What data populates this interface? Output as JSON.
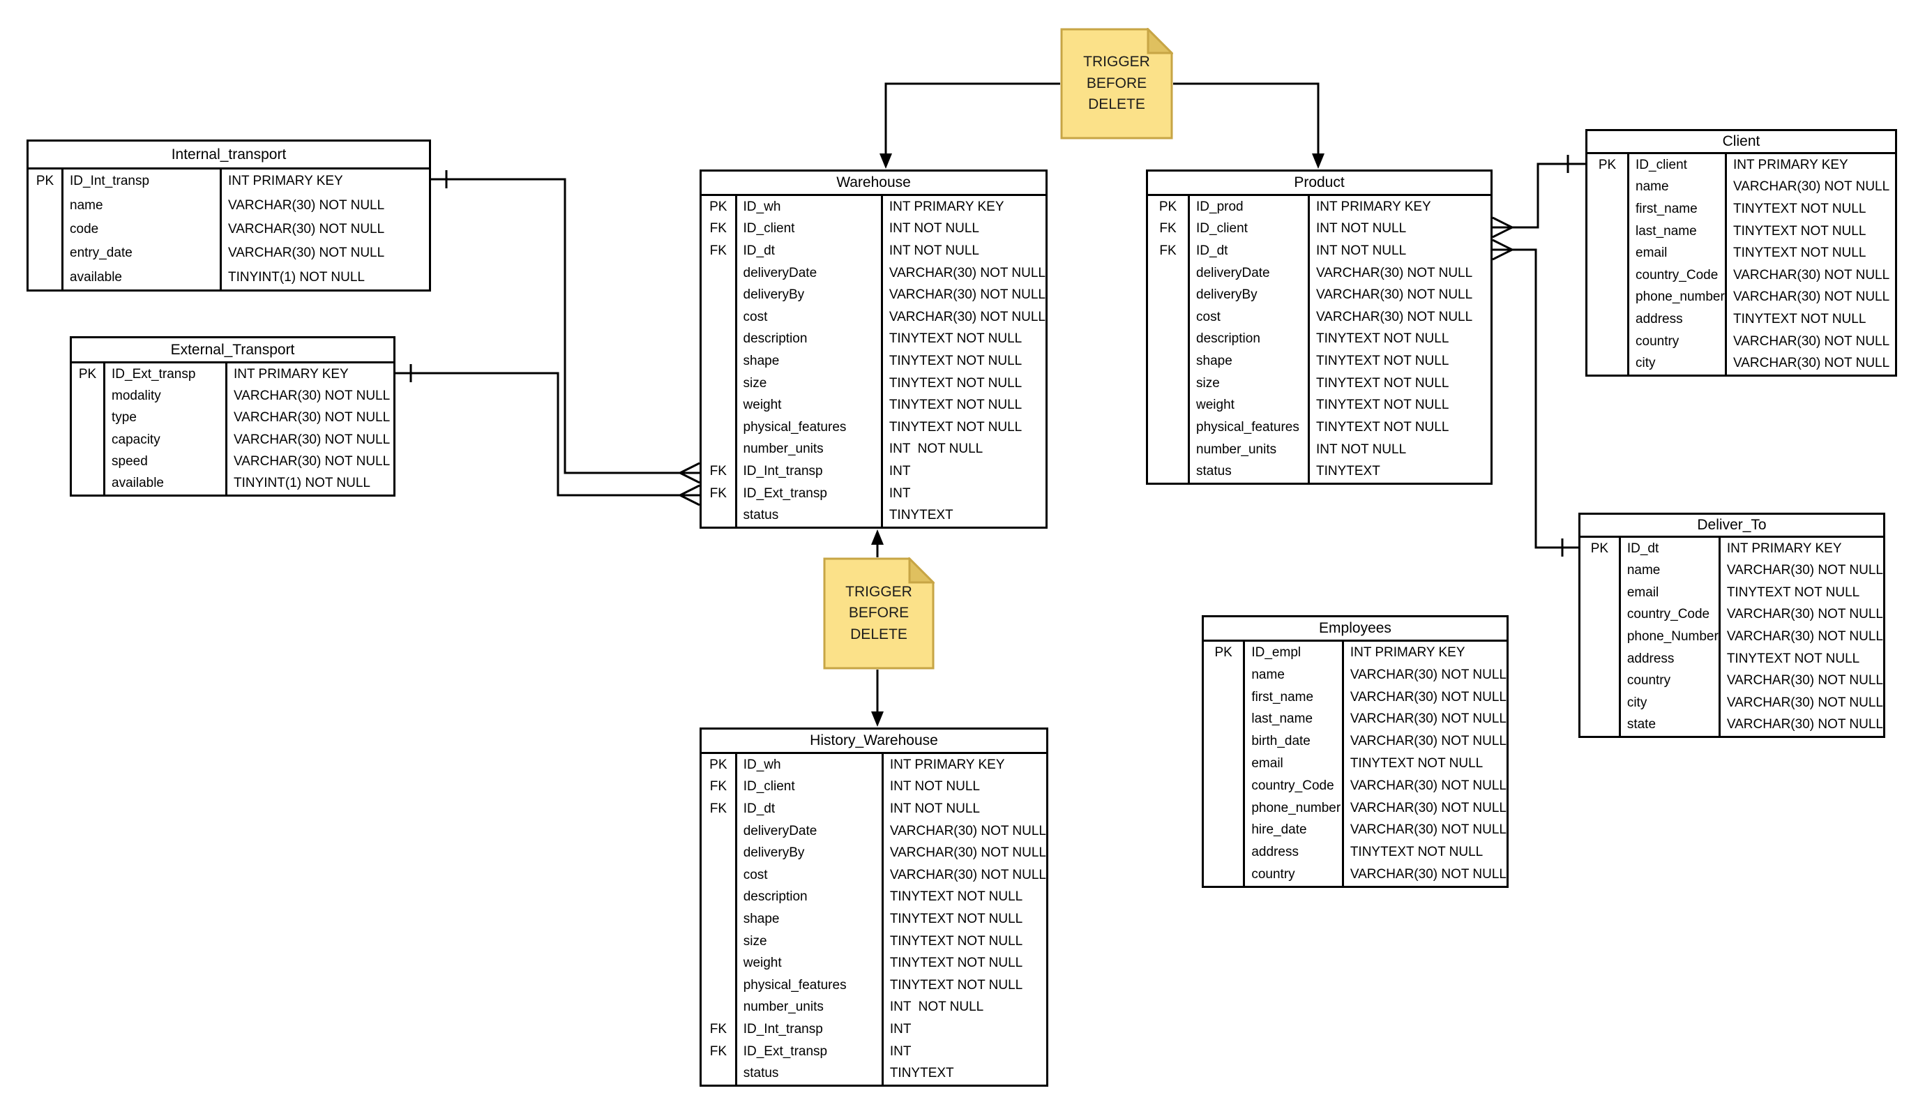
{
  "diagram": {
    "kind": "entity-relationship-diagram",
    "colors": {
      "background": "#ffffff",
      "entity_border": "#000000",
      "line": "#000000",
      "note_fill": "#FBE189",
      "note_fold": "#DFC05F",
      "note_border": "#C7A545"
    },
    "notes": {
      "trigger_top": {
        "text": "TRIGGER\nBEFORE DELETE"
      },
      "trigger_bottom": {
        "text": "TRIGGER\nBEFORE DELETE"
      }
    },
    "entities": [
      {
        "id": "internal_transport",
        "title": "Internal_transport",
        "rows": [
          {
            "key": "PK",
            "name": "ID_Int_transp",
            "type": "INT PRIMARY KEY"
          },
          {
            "key": "",
            "name": "name",
            "type": "VARCHAR(30) NOT NULL"
          },
          {
            "key": "",
            "name": "code",
            "type": "VARCHAR(30) NOT NULL"
          },
          {
            "key": "",
            "name": "entry_date",
            "type": "VARCHAR(30) NOT NULL"
          },
          {
            "key": "",
            "name": "available",
            "type": "TINYINT(1) NOT NULL"
          }
        ]
      },
      {
        "id": "external_transport",
        "title": "External_Transport",
        "rows": [
          {
            "key": "PK",
            "name": "ID_Ext_transp",
            "type": "INT PRIMARY KEY"
          },
          {
            "key": "",
            "name": "modality",
            "type": "VARCHAR(30) NOT NULL"
          },
          {
            "key": "",
            "name": "type",
            "type": "VARCHAR(30) NOT NULL"
          },
          {
            "key": "",
            "name": "capacity",
            "type": "VARCHAR(30) NOT NULL"
          },
          {
            "key": "",
            "name": "speed",
            "type": "VARCHAR(30) NOT NULL"
          },
          {
            "key": "",
            "name": "available",
            "type": "TINYINT(1) NOT NULL"
          }
        ]
      },
      {
        "id": "warehouse",
        "title": "Warehouse",
        "rows": [
          {
            "key": "PK",
            "name": "ID_wh",
            "type": "INT PRIMARY KEY"
          },
          {
            "key": "FK",
            "name": "ID_client",
            "type": "INT NOT NULL"
          },
          {
            "key": "FK",
            "name": "ID_dt",
            "type": "INT NOT NULL"
          },
          {
            "key": "",
            "name": "deliveryDate",
            "type": "VARCHAR(30) NOT NULL"
          },
          {
            "key": "",
            "name": "deliveryBy",
            "type": "VARCHAR(30) NOT NULL"
          },
          {
            "key": "",
            "name": "cost",
            "type": "VARCHAR(30) NOT NULL"
          },
          {
            "key": "",
            "name": "description",
            "type": "TINYTEXT NOT NULL"
          },
          {
            "key": "",
            "name": "shape",
            "type": "TINYTEXT NOT NULL"
          },
          {
            "key": "",
            "name": "size",
            "type": "TINYTEXT NOT NULL"
          },
          {
            "key": "",
            "name": "weight",
            "type": "TINYTEXT NOT NULL"
          },
          {
            "key": "",
            "name": "physical_features",
            "type": "TINYTEXT NOT NULL"
          },
          {
            "key": "",
            "name": "number_units",
            "type": "INT  NOT NULL"
          },
          {
            "key": "FK",
            "name": "ID_Int_transp",
            "type": "INT"
          },
          {
            "key": "FK",
            "name": "ID_Ext_transp",
            "type": "INT"
          },
          {
            "key": "",
            "name": "status",
            "type": "TINYTEXT"
          }
        ]
      },
      {
        "id": "product",
        "title": "Product",
        "rows": [
          {
            "key": "PK",
            "name": "ID_prod",
            "type": "INT PRIMARY KEY"
          },
          {
            "key": "FK",
            "name": "ID_client",
            "type": "INT NOT NULL"
          },
          {
            "key": "FK",
            "name": "ID_dt",
            "type": "INT NOT NULL"
          },
          {
            "key": "",
            "name": "deliveryDate",
            "type": "VARCHAR(30) NOT NULL"
          },
          {
            "key": "",
            "name": "deliveryBy",
            "type": "VARCHAR(30) NOT NULL"
          },
          {
            "key": "",
            "name": "cost",
            "type": "VARCHAR(30) NOT NULL"
          },
          {
            "key": "",
            "name": "description",
            "type": "TINYTEXT NOT NULL"
          },
          {
            "key": "",
            "name": "shape",
            "type": "TINYTEXT NOT NULL"
          },
          {
            "key": "",
            "name": "size",
            "type": "TINYTEXT NOT NULL"
          },
          {
            "key": "",
            "name": "weight",
            "type": "TINYTEXT NOT NULL"
          },
          {
            "key": "",
            "name": "physical_features",
            "type": "TINYTEXT NOT NULL"
          },
          {
            "key": "",
            "name": "number_units",
            "type": "INT NOT NULL"
          },
          {
            "key": "",
            "name": "status",
            "type": "TINYTEXT"
          }
        ]
      },
      {
        "id": "client",
        "title": "Client",
        "rows": [
          {
            "key": "PK",
            "name": "ID_client",
            "type": "INT PRIMARY KEY"
          },
          {
            "key": "",
            "name": "name",
            "type": "VARCHAR(30) NOT NULL"
          },
          {
            "key": "",
            "name": "first_name",
            "type": "TINYTEXT NOT NULL"
          },
          {
            "key": "",
            "name": "last_name",
            "type": "TINYTEXT NOT NULL"
          },
          {
            "key": "",
            "name": "email",
            "type": "TINYTEXT NOT NULL"
          },
          {
            "key": "",
            "name": "country_Code",
            "type": "VARCHAR(30) NOT NULL"
          },
          {
            "key": "",
            "name": "phone_number",
            "type": "VARCHAR(30) NOT NULL"
          },
          {
            "key": "",
            "name": "address",
            "type": "TINYTEXT NOT NULL"
          },
          {
            "key": "",
            "name": "country",
            "type": "VARCHAR(30) NOT NULL"
          },
          {
            "key": "",
            "name": "city",
            "type": "VARCHAR(30) NOT NULL"
          }
        ]
      },
      {
        "id": "deliver_to",
        "title": "Deliver_To",
        "rows": [
          {
            "key": "PK",
            "name": "ID_dt",
            "type": "INT PRIMARY KEY"
          },
          {
            "key": "",
            "name": "name",
            "type": "VARCHAR(30) NOT NULL"
          },
          {
            "key": "",
            "name": "email",
            "type": "TINYTEXT NOT NULL"
          },
          {
            "key": "",
            "name": "country_Code",
            "type": "VARCHAR(30) NOT NULL"
          },
          {
            "key": "",
            "name": "phone_Number",
            "type": "VARCHAR(30) NOT NULL"
          },
          {
            "key": "",
            "name": "address",
            "type": "TINYTEXT NOT NULL"
          },
          {
            "key": "",
            "name": "country",
            "type": "VARCHAR(30) NOT NULL"
          },
          {
            "key": "",
            "name": "city",
            "type": "VARCHAR(30) NOT NULL"
          },
          {
            "key": "",
            "name": "state",
            "type": "VARCHAR(30) NOT NULL"
          }
        ]
      },
      {
        "id": "employees",
        "title": "Employees",
        "rows": [
          {
            "key": "PK",
            "name": "ID_empl",
            "type": "INT PRIMARY KEY"
          },
          {
            "key": "",
            "name": "name",
            "type": "VARCHAR(30) NOT NULL"
          },
          {
            "key": "",
            "name": "first_name",
            "type": "VARCHAR(30) NOT NULL"
          },
          {
            "key": "",
            "name": "last_name",
            "type": "VARCHAR(30) NOT NULL"
          },
          {
            "key": "",
            "name": "birth_date",
            "type": "VARCHAR(30) NOT NULL"
          },
          {
            "key": "",
            "name": "email",
            "type": "TINYTEXT NOT NULL"
          },
          {
            "key": "",
            "name": "country_Code",
            "type": "VARCHAR(30) NOT NULL"
          },
          {
            "key": "",
            "name": "phone_number",
            "type": "VARCHAR(30) NOT NULL"
          },
          {
            "key": "",
            "name": "hire_date",
            "type": "VARCHAR(30) NOT NULL"
          },
          {
            "key": "",
            "name": "address",
            "type": "TINYTEXT NOT NULL"
          },
          {
            "key": "",
            "name": "country",
            "type": "VARCHAR(30) NOT NULL"
          }
        ]
      },
      {
        "id": "history_warehouse",
        "title": "History_Warehouse",
        "rows": [
          {
            "key": "PK",
            "name": "ID_wh",
            "type": "INT PRIMARY KEY"
          },
          {
            "key": "FK",
            "name": "ID_client",
            "type": "INT NOT NULL"
          },
          {
            "key": "FK",
            "name": "ID_dt",
            "type": "INT NOT NULL"
          },
          {
            "key": "",
            "name": "deliveryDate",
            "type": "VARCHAR(30) NOT NULL"
          },
          {
            "key": "",
            "name": "deliveryBy",
            "type": "VARCHAR(30) NOT NULL"
          },
          {
            "key": "",
            "name": "cost",
            "type": "VARCHAR(30) NOT NULL"
          },
          {
            "key": "",
            "name": "description",
            "type": "TINYTEXT NOT NULL"
          },
          {
            "key": "",
            "name": "shape",
            "type": "TINYTEXT NOT NULL"
          },
          {
            "key": "",
            "name": "size",
            "type": "TINYTEXT NOT NULL"
          },
          {
            "key": "",
            "name": "weight",
            "type": "TINYTEXT NOT NULL"
          },
          {
            "key": "",
            "name": "physical_features",
            "type": "TINYTEXT NOT NULL"
          },
          {
            "key": "",
            "name": "number_units",
            "type": "INT  NOT NULL"
          },
          {
            "key": "FK",
            "name": "ID_Int_transp",
            "type": "INT"
          },
          {
            "key": "FK",
            "name": "ID_Ext_transp",
            "type": "INT"
          },
          {
            "key": "",
            "name": "status",
            "type": "TINYTEXT"
          }
        ]
      }
    ],
    "relationships": [
      {
        "from": "Internal_transport",
        "to": "Warehouse",
        "from_end": "one",
        "to_end": "many"
      },
      {
        "from": "External_Transport",
        "to": "Warehouse",
        "from_end": "one",
        "to_end": "many"
      },
      {
        "from": "Client",
        "to": "Product",
        "from_end": "one",
        "to_end": "many"
      },
      {
        "from": "Deliver_To",
        "to": "Product",
        "from_end": "one",
        "to_end": "many"
      },
      {
        "from": "trigger_top_note",
        "to": "Warehouse, Product",
        "type": "arrow"
      },
      {
        "from": "trigger_bottom_note",
        "to": "Warehouse, History_Warehouse",
        "type": "arrow"
      }
    ]
  }
}
